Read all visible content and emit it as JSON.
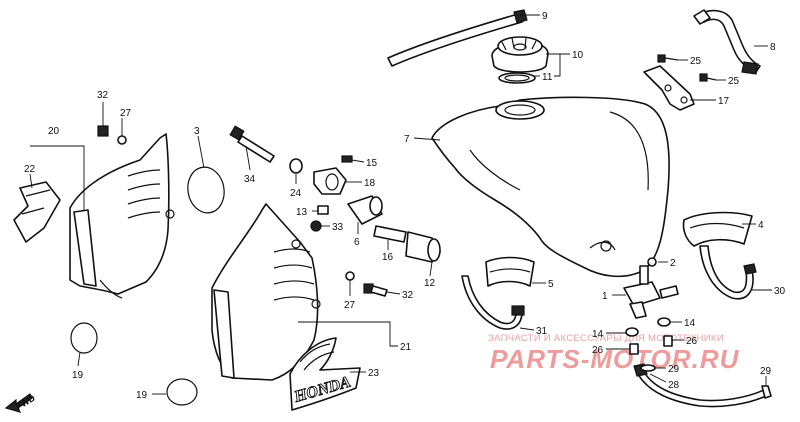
{
  "callouts": {
    "n1": "1",
    "n2": "2",
    "n3": "3",
    "n4": "4",
    "n5": "5",
    "n6": "6",
    "n7": "7",
    "n8": "8",
    "n9": "9",
    "n10": "10",
    "n11": "11",
    "n12": "12",
    "n13": "13",
    "n14a": "14",
    "n14b": "14",
    "n15": "15",
    "n16": "16",
    "n17": "17",
    "n18": "18",
    "n19a": "19",
    "n19b": "19",
    "n20": "20",
    "n21": "21",
    "n22": "22",
    "n23": "23",
    "n24": "24",
    "n25a": "25",
    "n25b": "25",
    "n26a": "26",
    "n26b": "26",
    "n27a": "27",
    "n27b": "27",
    "n28": "28",
    "n29a": "29",
    "n29b": "29",
    "n30": "30",
    "n31": "31",
    "n32a": "32",
    "n32b": "32",
    "n33": "33",
    "n34": "34"
  },
  "fwd_marker": {
    "label": "FWD"
  },
  "decal": {
    "brand": "HONDA"
  },
  "watermark": {
    "caption": "ЗАПЧАСТИ И АКСЕССУАРЫ ДЛЯ МОТОТЕХНИКИ",
    "site": "PARTS-MOTOR.RU",
    "color": "#ef9b9b"
  },
  "colors": {
    "ink": "#111111",
    "background": "#ffffff"
  }
}
